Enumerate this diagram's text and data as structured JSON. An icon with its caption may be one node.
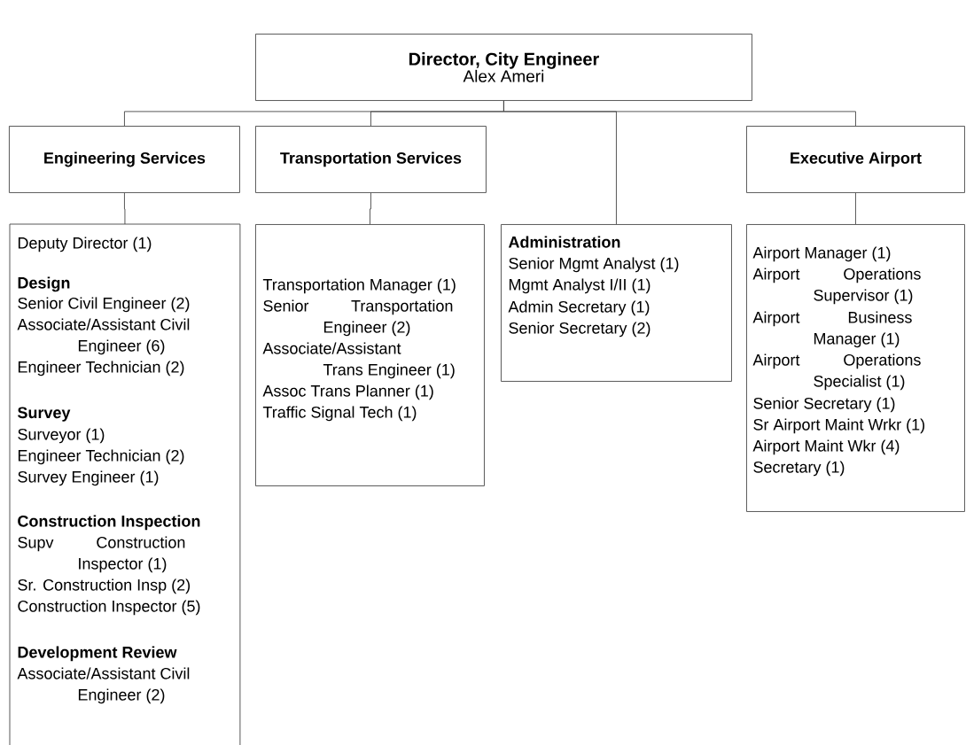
{
  "diagram": {
    "nodes": [
      {
        "text": [
          "Director, City Engineer",
          "Alex Ameri"
        ]
      },
      {
        "text": [
          "Engineering Services"
        ]
      },
      {
        "text": [
          "Transportation Services"
        ]
      },
      {
        "text": [
          "Executive Airport"
        ]
      },
      {
        "text": [
          "Deputy Director (1)",
          "Design",
          "Senior Civil Engineer (2)",
          "Associate/Assistant Civil Engineer (6)",
          "Engineer Technician (2)",
          "Survey",
          "Surveyor (1)",
          "Engineer Technician (2)",
          "Survey Engineer (1)",
          "Construction Inspection",
          "Supv Construction Inspector (1)",
          "Sr. Construction Insp (2)",
          "Construction Inspector (5)",
          "Development Review",
          "Associate/Assistant Civil Engineer (2)"
        ]
      },
      {
        "text": [
          "Transportation Manager (1)",
          "Senior Transportation Engineer (2)",
          "Associate/Assistant Trans Engineer (1)",
          "Assoc Trans Planner (1)",
          "Traffic Signal Tech (1)"
        ]
      },
      {
        "text": [
          "Administration",
          "Senior Mgmt Analyst (1)",
          "Mgmt Analyst I/II (1)",
          "Admin Secretary (1)",
          "Senior Secretary (2)"
        ]
      },
      {
        "text": [
          "Airport Manager (1)",
          "Airport Operations Supervisor (1)",
          "Airport Business Manager (1)",
          "Airport Operations Specialist (1)",
          "Senior Secretary (1)",
          "Sr Airport Maint Wrkr (1)",
          "Airport Maint Wkr (4)",
          "Secretary (1)"
        ]
      }
    ],
    "edges": [
      {
        "from": 0,
        "to": 1,
        "arrow": "none"
      },
      {
        "from": 0,
        "to": 2,
        "arrow": "none"
      },
      {
        "from": 0,
        "to": 6,
        "arrow": "none"
      },
      {
        "from": 0,
        "to": 3,
        "arrow": "none"
      },
      {
        "from": 1,
        "to": 4,
        "arrow": "none"
      },
      {
        "from": 2,
        "to": 5,
        "arrow": "none"
      },
      {
        "from": 3,
        "to": 7,
        "arrow": "none"
      }
    ]
  }
}
